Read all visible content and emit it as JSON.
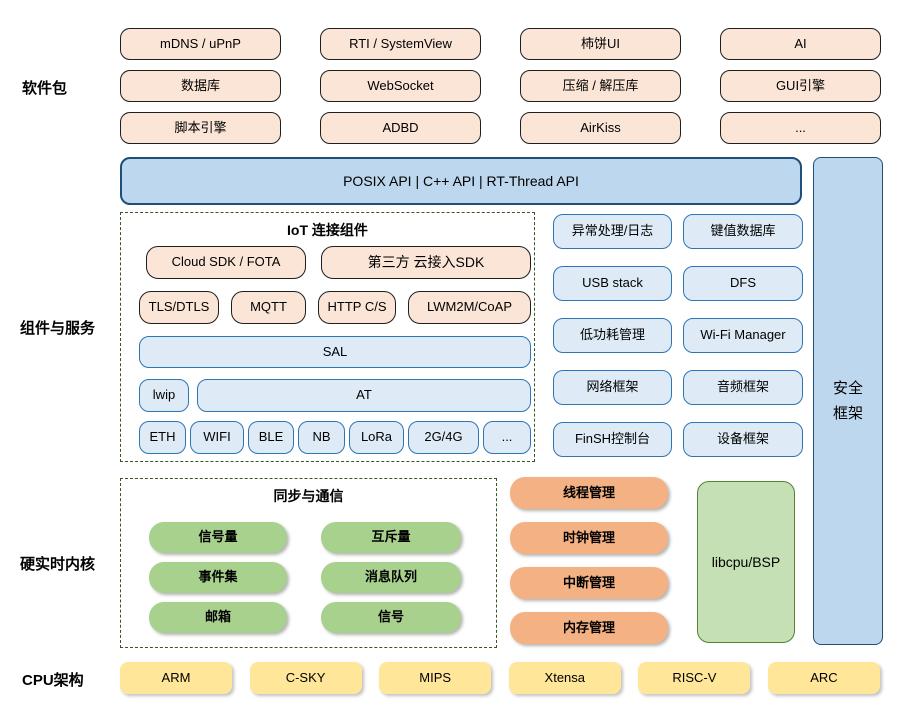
{
  "section_labels": {
    "packages": "软件包",
    "components": "组件与服务",
    "kernel": "硬实时内核",
    "cpu": "CPU架构"
  },
  "packages": [
    "mDNS / uPnP",
    "RTI / SystemView",
    "柿饼UI",
    "AI",
    "数据库",
    "WebSocket",
    "压缩 / 解压库",
    "GUI引擎",
    "脚本引擎",
    "ADBD",
    "AirKiss",
    "..."
  ],
  "api_bar": {
    "label": "POSIX API   |   C++ API   |   RT-Thread API"
  },
  "security": {
    "line1": "安全",
    "line2": "框架"
  },
  "iot": {
    "title": "IoT 连接组件",
    "cloud_sdk": "Cloud SDK / FOTA",
    "third_party_sdk": "第三方 云接入SDK",
    "protocols": [
      "TLS/DTLS",
      "MQTT",
      "HTTP C/S",
      "LWM2M/CoAP"
    ],
    "sal": "SAL",
    "lwip": "lwip",
    "at": "AT",
    "links": [
      "ETH",
      "WIFI",
      "BLE",
      "NB",
      "LoRa",
      "2G/4G",
      "..."
    ]
  },
  "services": [
    "异常处理/日志",
    "键值数据库",
    "USB stack",
    "DFS",
    "低功耗管理",
    "Wi-Fi Manager",
    "网络框架",
    "音频框架",
    "FinSH控制台",
    "设备框架"
  ],
  "sync": {
    "title": "同步与通信",
    "items": [
      "信号量",
      "互斥量",
      "事件集",
      "消息队列",
      "邮箱",
      "信号"
    ]
  },
  "kernel_mgmt": [
    "线程管理",
    "时钟管理",
    "中断管理",
    "内存管理"
  ],
  "libcpu": "libcpu/BSP",
  "cpu_archs": [
    "ARM",
    "C-SKY",
    "MIPS",
    "Xtensa",
    "RISC-V",
    "ARC"
  ],
  "colors": {
    "peach_fill": "#FBE5D6",
    "blue_fill": "#BDD7EE",
    "light_blue_fill": "#DEEBF7",
    "light_blue_border": "#2E75B6",
    "dark_blue_border": "#1F4E79",
    "green_pill": "#A9D18E",
    "orange_pill": "#F4B183",
    "libcpu_fill": "#C5E0B4",
    "libcpu_border": "#538135",
    "yellow_fill": "#FFE699",
    "dashed_border": "#375623"
  }
}
